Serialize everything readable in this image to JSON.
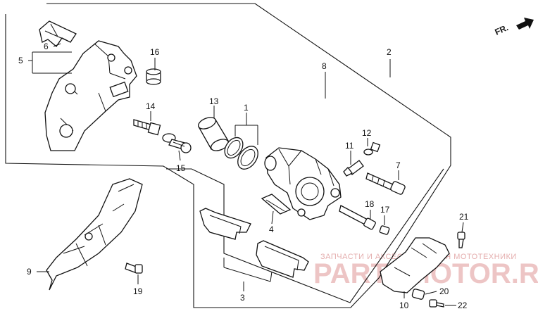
{
  "diagram": {
    "direction_label": "FR.",
    "callouts": [
      "1",
      "2",
      "3",
      "4",
      "5",
      "6",
      "7",
      "8",
      "9",
      "10",
      "11",
      "12",
      "13",
      "14",
      "15",
      "16",
      "17",
      "18",
      "19",
      "20",
      "21",
      "22"
    ]
  },
  "watermark": {
    "line1": "ЗАПЧАСТИ И АКСЕССУАРЫ ДЛЯ МОТОТЕХНИКИ",
    "line2": "PARTSMOTOR.RU",
    "color": "#d98080"
  }
}
